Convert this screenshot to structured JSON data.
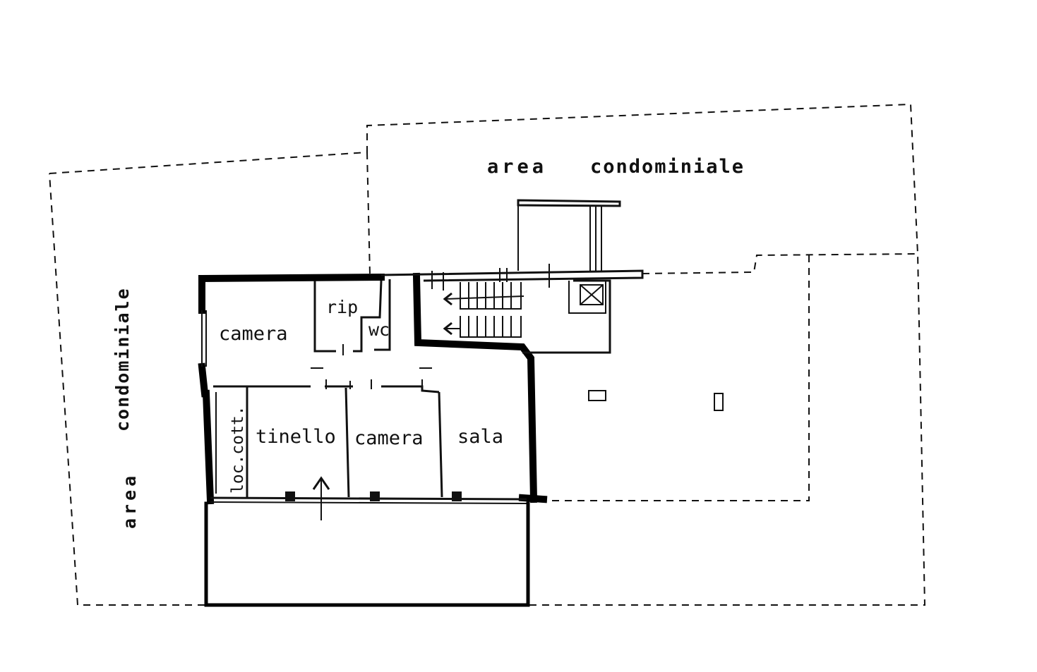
{
  "labels": {
    "area_top": "area",
    "condominiale_top": "condominiale",
    "area_left": "area",
    "condominiale_left": "condominiale",
    "camera_1": "camera",
    "rip": "rip",
    "wc": "wc",
    "loc_cott": "loc.cott.",
    "tinello": "tinello",
    "camera_2": "camera",
    "sala": "sala"
  }
}
